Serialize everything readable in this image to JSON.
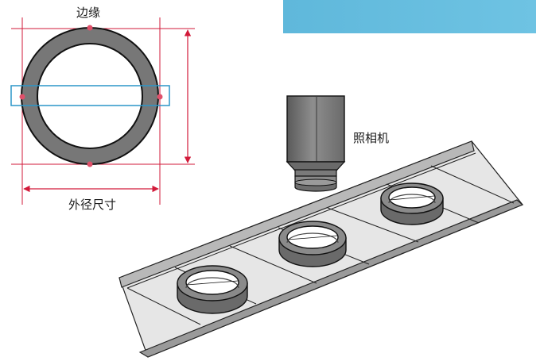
{
  "labels": {
    "edge": "边缘",
    "outer_diameter": "外径尺寸",
    "camera": "照相机"
  },
  "banner": {
    "text": "",
    "color_left": "#5fb8db",
    "color_right": "#6ec3e3"
  },
  "colors": {
    "dimension_red": "#d21a3a",
    "point_red": "#e0506a",
    "window_blue": "#2a96c8",
    "ring_gray": "#777777",
    "belt_light": "#e4e4e4",
    "belt_rail": "#9a9a9a"
  },
  "icons": {
    "ring": "ring-cross-section",
    "camera": "camera-icon",
    "conveyor": "conveyor-belt"
  }
}
